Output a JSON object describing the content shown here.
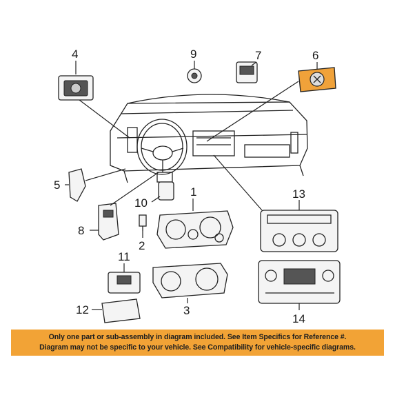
{
  "callouts": [
    "1",
    "2",
    "3",
    "4",
    "5",
    "6",
    "7",
    "8",
    "9",
    "10",
    "11",
    "12",
    "13",
    "14"
  ],
  "highlighted_part": "6",
  "colors": {
    "highlight": "#f0a23a",
    "banner": "#f2a336",
    "line": "#222222"
  },
  "disclaimer": {
    "line1": "Only one part or sub-assembly in diagram included. See Item Specifics for Reference #.",
    "line2": "Diagram may not be specific to your vehicle. See Compatibility for vehicle-specific diagrams."
  }
}
